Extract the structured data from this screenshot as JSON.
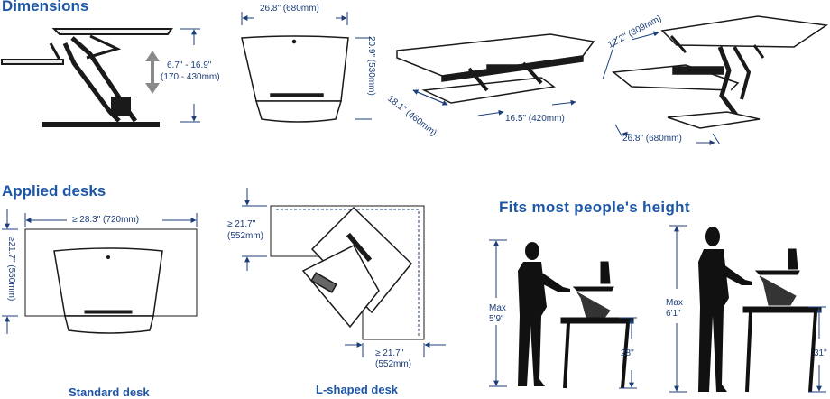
{
  "headings": {
    "dimensions": "Dimensions",
    "applied_desks": "Applied desks",
    "fits_height": "Fits most people's height"
  },
  "dimensions": {
    "height_range_in": "6.7\" - 16.9\"",
    "height_range_mm": "(170 - 430mm)",
    "top_width": "26.8\" (680mm)",
    "top_depth": "20.9\" (530mm)",
    "base_depth": "18.1\" (460mm)",
    "base_width": "16.5\" (420mm)",
    "keyboard_tray": "12.2\" (309mm)",
    "overall_width": "26.8\" (680mm)"
  },
  "applied": {
    "standard_width": "≥ 28.3\" (720mm)",
    "standard_depth": "≥21.7\" (550mm)",
    "standard_caption": "Standard desk",
    "l_depth_1": "≥ 21.7\"",
    "l_depth_1_mm": "(552mm)",
    "l_depth_2": "≥ 21.7\"",
    "l_depth_2_mm": "(552mm)",
    "l_caption": "L-shaped desk"
  },
  "heights": {
    "p1_max_label": "Max",
    "p1_max_value": "5'9\"",
    "p1_desk": "28\"",
    "p2_max_label": "Max",
    "p2_max_value": "6'1\"",
    "p2_desk": "31\""
  },
  "colors": {
    "accent": "#1c56a5",
    "dimension_line": "#1c3e78",
    "product": "#1a1a1a"
  }
}
